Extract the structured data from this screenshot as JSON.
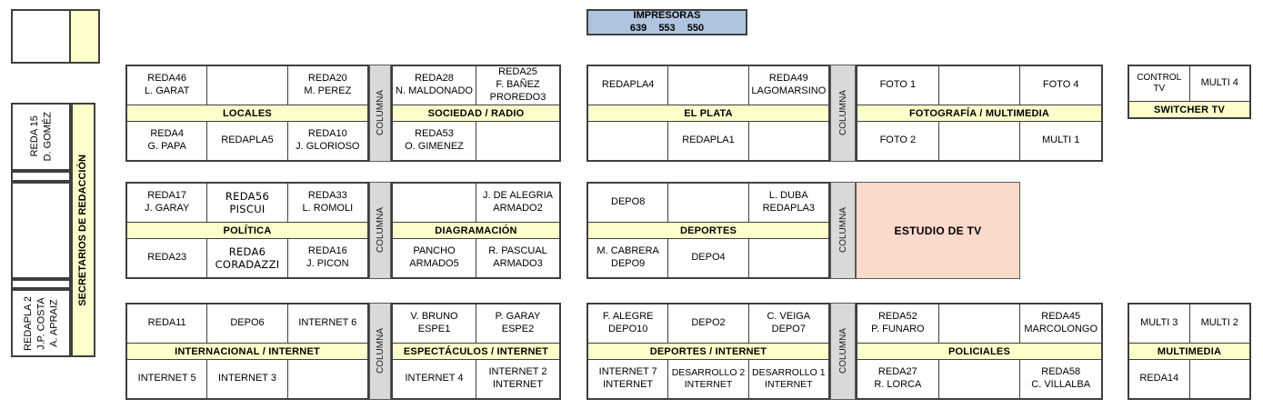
{
  "printers": {
    "title": "IMPRESORAS",
    "numbers": "639 553 550"
  },
  "columna_label": "COLUMNA",
  "sidebar": {
    "secretaries": "SECRETARIOS DE REDACCIÓN",
    "reda15": "REDA 15\nD. GOMÉZ",
    "redapla2": "REDAPLA 2\nJ.P. COSTA\nA. APRAIZ"
  },
  "blocks": {
    "locales": {
      "header": "LOCALES",
      "top": [
        "REDA46\nL. GARAT",
        "",
        "REDA20\nM. PEREZ"
      ],
      "bottom": [
        "REDA4\nG. PAPA",
        "REDAPLA5",
        "REDA10\nJ. GLORIOSO"
      ]
    },
    "sociedad_radio": {
      "header": "SOCIEDAD / RADIO",
      "top": [
        "REDA28\nN. MALDONADO",
        "REDA25\nF. BAÑEZ\nPROREDO3"
      ],
      "bottom": [
        "REDA53\nO. GIMENEZ",
        ""
      ]
    },
    "el_plata": {
      "header": "EL PLATA",
      "top": [
        "REDAPLA4",
        "",
        "REDA49\nLAGOMARSINO"
      ],
      "bottom": [
        "",
        "REDAPLA1",
        ""
      ]
    },
    "fotografia_multimedia": {
      "header": "FOTOGRAFÍA / MULTIMEDIA",
      "top": [
        "FOTO 1",
        "",
        "FOTO 4"
      ],
      "bottom": [
        "FOTO 2",
        "",
        "MULTI 1"
      ]
    },
    "switcher_tv": {
      "header": "SWITCHER TV",
      "top": [
        "CONTROL TV",
        "MULTI 4"
      ]
    },
    "politica": {
      "header": "POLÍTICA",
      "top": [
        "REDA17\nJ. GARAY",
        "REDA56\nPISCUI",
        "REDA33\nL. ROMOLI"
      ],
      "bottom": [
        "REDA23",
        "REDA6\nCORADAZZI",
        "REDA16\nJ. PICON"
      ]
    },
    "diagramacion": {
      "header": "DIAGRAMACIÓN",
      "top": [
        "",
        "J. DE ALEGRIA\nARMADO2"
      ],
      "bottom": [
        "PANCHO\nARMADO5",
        "R. PASCUAL\nARMADO3"
      ]
    },
    "deportes": {
      "header": "DEPORTES",
      "top": [
        "DEPO8",
        "",
        "L. DUBA\nREDAPLA3"
      ],
      "bottom": [
        "M. CABRERA\nDEPO9",
        "DEPO4",
        ""
      ]
    },
    "estudio_tv": {
      "label": "ESTUDIO DE TV"
    },
    "internacional_internet": {
      "header": "INTERNACIONAL / INTERNET",
      "top": [
        "REDA11",
        "DEPO6",
        "INTERNET 6"
      ],
      "bottom": [
        "INTERNET 5",
        "INTERNET 3",
        ""
      ]
    },
    "espectaculos_internet": {
      "header": "ESPECTÁCULOS / INTERNET",
      "top": [
        "V. BRUNO\nESPE1",
        "P. GARAY\nESPE2"
      ],
      "bottom": [
        "INTERNET 4",
        "INTERNET 2\nINTERNET"
      ]
    },
    "deportes_internet": {
      "header": "DEPORTES / INTERNET",
      "top": [
        "F. ALEGRE\nDEPO10",
        "DEPO2",
        "C. VEIGA\nDEPO7"
      ],
      "bottom": [
        "INTERNET 7\nINTERNET",
        "DESARROLLO 2\nINTERNET",
        "DESARROLLO 1\nINTERNET"
      ]
    },
    "policiales": {
      "header": "POLICIALES",
      "top": [
        "REDA52\nP. FUNARO",
        "",
        "REDA45\nMARCOLONGO"
      ],
      "bottom": [
        "REDA27\nR. LORCA",
        "",
        "REDA58\nC. VILLALBA"
      ]
    },
    "multimedia": {
      "header": "MULTIMEDIA",
      "top": [
        "MULTI 3",
        "MULTI 2"
      ],
      "bottom": [
        "REDA14",
        ""
      ]
    }
  },
  "colors": {
    "header_yellow": "#FFFFCC",
    "columna_gray": "#D9D9D9",
    "studio_pink": "#FBD9CB",
    "printers_blue": "#AFC4DE",
    "border_dark": "#3F3F3F"
  }
}
